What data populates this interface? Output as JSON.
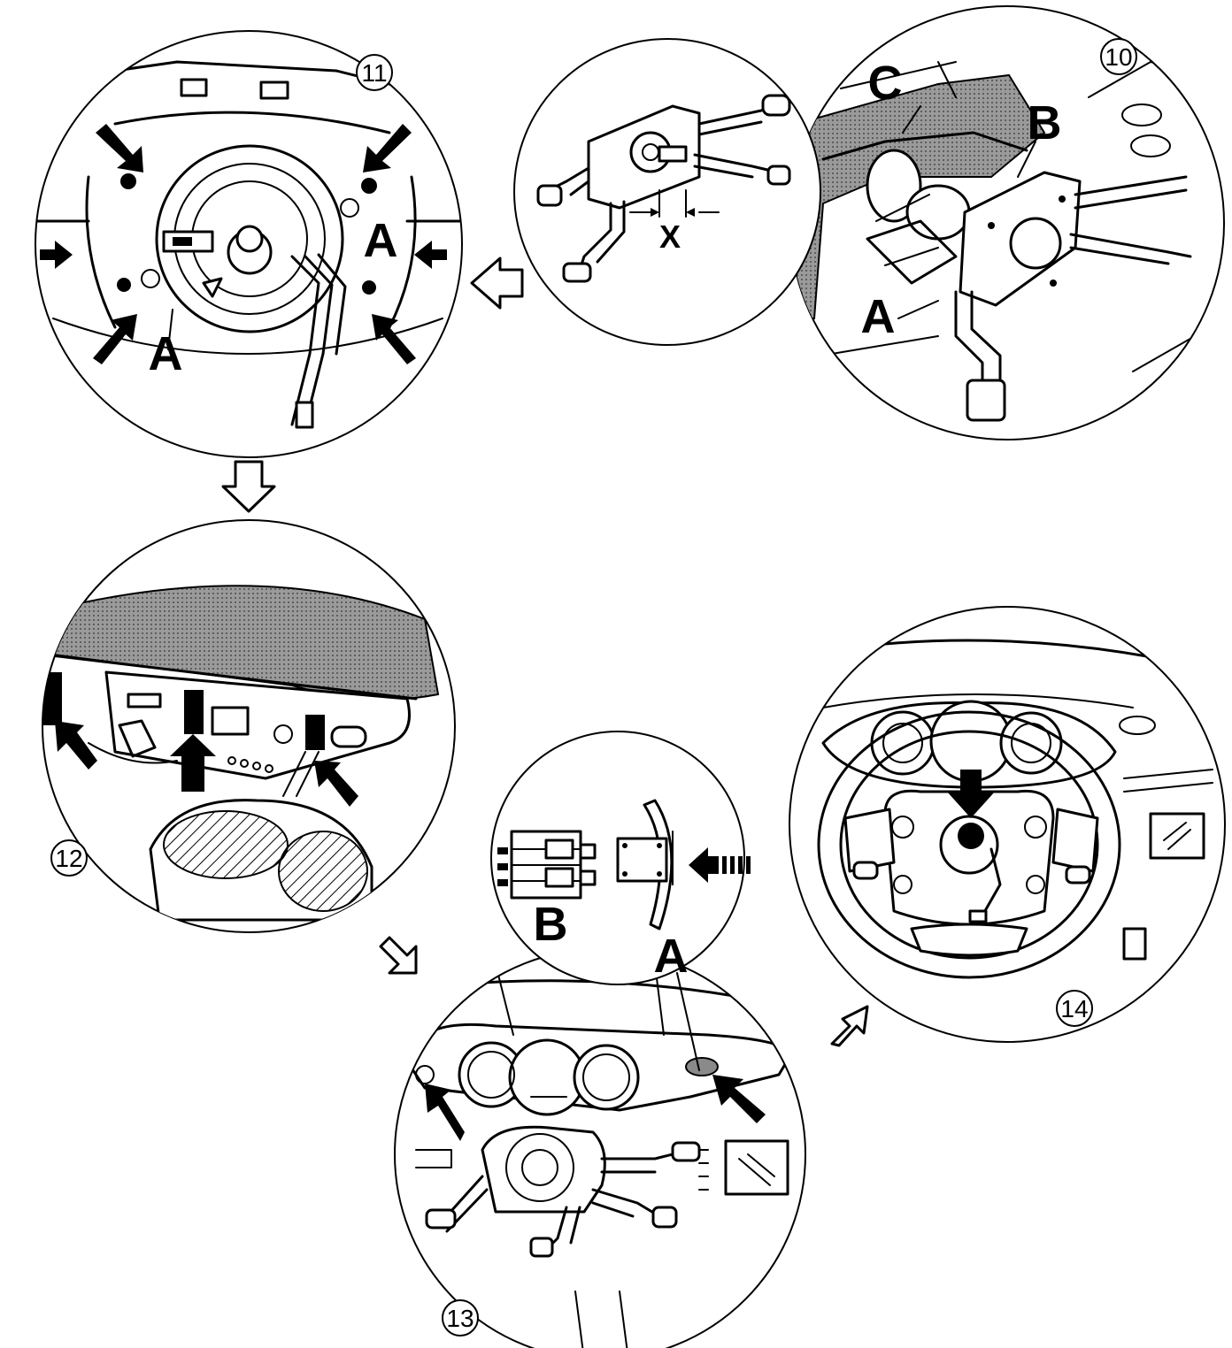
{
  "steps": {
    "s10": "10",
    "s11": "11",
    "s12": "12",
    "s13": "13",
    "s14": "14"
  },
  "callouts": {
    "p10_a": "A",
    "p10_b": "B",
    "p10_c": "C",
    "p11_a": "A",
    "inset_b": "B",
    "inset_a": "A"
  },
  "switch_detail": {
    "dimension_label": "X"
  },
  "icons": {
    "flow_arrow": "outlined-arrow-icon",
    "pointer_arrow": "solid-arrow-icon"
  }
}
